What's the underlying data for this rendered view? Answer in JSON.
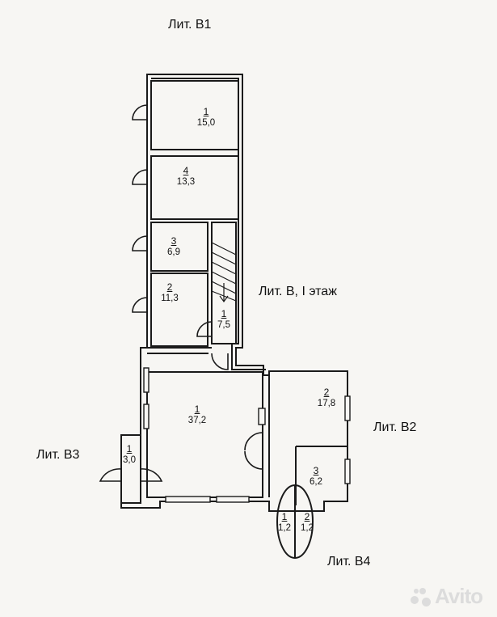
{
  "labels": {
    "lit_b1": "Лит. В1",
    "lit_b": "Лит. В, I этаж",
    "lit_b2": "Лит. В2",
    "lit_b3": "Лит. В3",
    "lit_b4": "Лит. В4"
  },
  "rooms": [
    {
      "id": "b1-room-1",
      "num": "1",
      "area": "15,0"
    },
    {
      "id": "b1-room-4",
      "num": "4",
      "area": "13,3"
    },
    {
      "id": "b1-room-3",
      "num": "3",
      "area": "6,9"
    },
    {
      "id": "b1-room-2",
      "num": "2",
      "area": "11,3"
    },
    {
      "id": "b1-room-stair",
      "num": "1",
      "area": "7,5"
    },
    {
      "id": "b-room-main",
      "num": "1",
      "area": "37,2"
    },
    {
      "id": "b2-room-2",
      "num": "2",
      "area": "17,8"
    },
    {
      "id": "b2-room-3",
      "num": "3",
      "area": "6,2"
    },
    {
      "id": "b3-room-1",
      "num": "1",
      "area": "3,0"
    },
    {
      "id": "b4-room-1",
      "num": "1",
      "area": "1,2"
    },
    {
      "id": "b4-room-2",
      "num": "2",
      "area": "1,2"
    }
  ],
  "watermark": {
    "text": "Avito",
    "icon": "avito-dots-icon"
  },
  "colors": {
    "wall": "#1a1a1a",
    "paper": "#f7f6f3",
    "watermark": "#dcdcdc"
  }
}
